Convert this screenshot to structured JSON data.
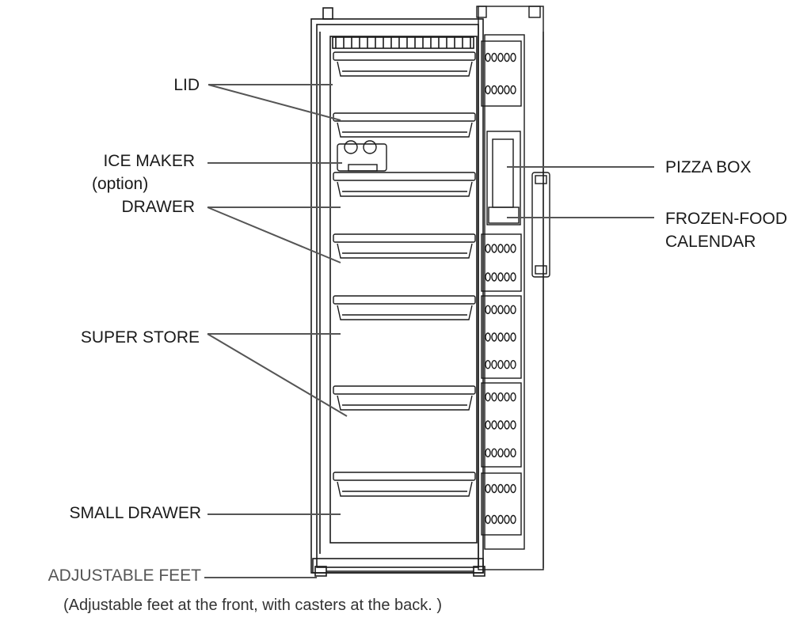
{
  "labels": {
    "lid": "LID",
    "ice_maker": "ICE MAKER",
    "ice_maker_option": "(option)",
    "drawer": "DRAWER",
    "super_store": "SUPER STORE",
    "small_drawer": "SMALL DRAWER",
    "adjustable_feet": "ADJUSTABLE FEET",
    "pizza_box": "PIZZA BOX",
    "frozen_food": "FROZEN-FOOD",
    "calendar": "CALENDAR"
  },
  "footnote": "(Adjustable feet at the front, with casters at the back. )",
  "colors": {
    "line": "#1a1a1a",
    "leader": "#555555",
    "text": "#1a1a1a"
  }
}
